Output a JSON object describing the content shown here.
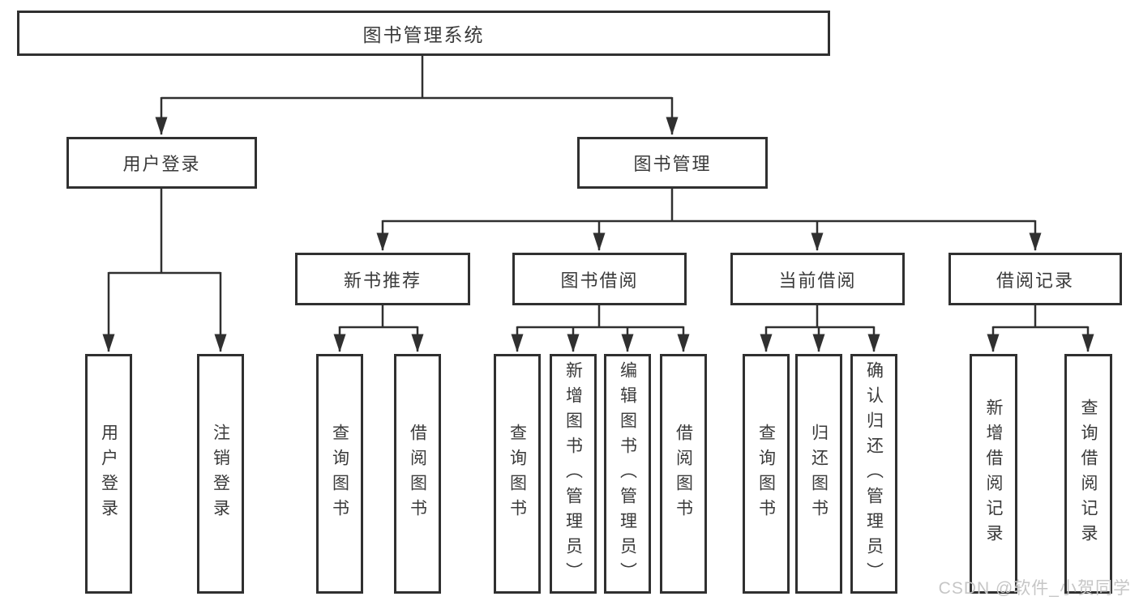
{
  "colors": {
    "line": "#303030",
    "box_border": "#303030",
    "text": "#3a3a3a",
    "watermark": "#c6c6c6",
    "background": "#ffffff"
  },
  "watermark": {
    "text": "CSDN @软件_小贺同学"
  },
  "tree": {
    "root": {
      "label": "图书管理系统",
      "children": [
        {
          "label": "用户登录",
          "children": [
            {
              "label": "用户登录"
            },
            {
              "label": "注销登录"
            }
          ]
        },
        {
          "label": "图书管理",
          "children": [
            {
              "label": "新书推荐",
              "children": [
                {
                  "label": "查询图书"
                },
                {
                  "label": "借阅图书"
                }
              ]
            },
            {
              "label": "图书借阅",
              "children": [
                {
                  "label": "查询图书"
                },
                {
                  "label": "新增图书（管理员）"
                },
                {
                  "label": "编辑图书（管理员）"
                },
                {
                  "label": "借阅图书"
                }
              ]
            },
            {
              "label": "当前借阅",
              "children": [
                {
                  "label": "查询图书"
                },
                {
                  "label": "归还图书"
                },
                {
                  "label": "确认归还（管理员）"
                }
              ]
            },
            {
              "label": "借阅记录",
              "children": [
                {
                  "label": "新增借阅记录"
                },
                {
                  "label": "查询借阅记录"
                }
              ]
            }
          ]
        }
      ]
    }
  }
}
